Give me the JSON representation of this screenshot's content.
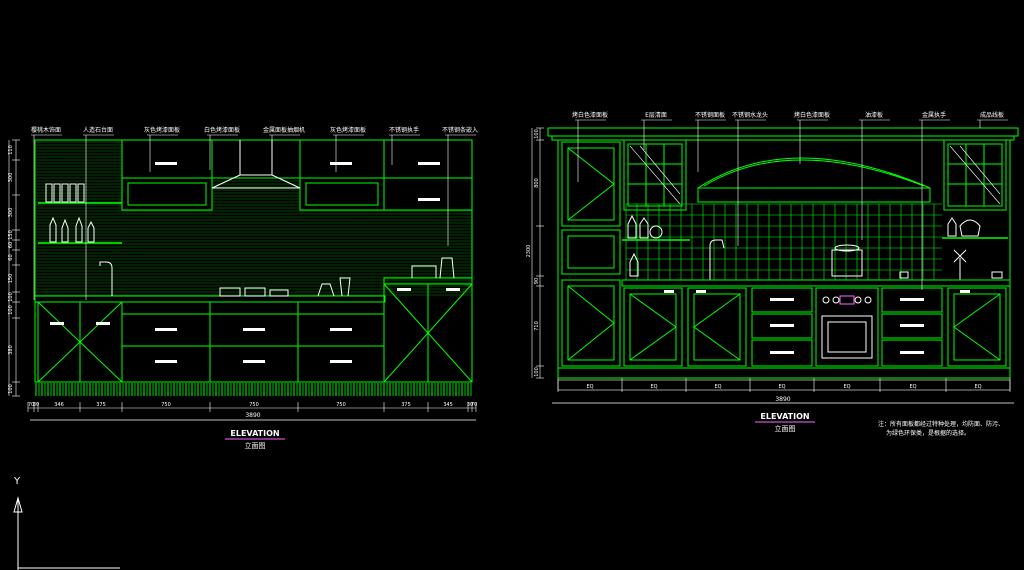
{
  "colors": {
    "background": "#000000",
    "line_green": "#00ff00",
    "line_cyan": "#00ffff",
    "text_white": "#ffffff",
    "title_magenta": "#ff66ff",
    "fill_grey": "#2a2a2a"
  },
  "left_elevation": {
    "callouts": [
      "樱桃木饰面",
      "人造石台面",
      "灰色烤漆面板",
      "白色烤漆面板",
      "金属面板抽烟机",
      "灰色烤漆面板",
      "不锈钢执手",
      "不锈钢条嵌入"
    ],
    "vertical_dims": [
      "110",
      "300",
      "300",
      "150",
      "60",
      "60",
      "150",
      "100",
      "100",
      "380",
      "100"
    ],
    "horizontal_dims": [
      "70",
      "30",
      "346",
      "375",
      "750",
      "750",
      "750",
      "375",
      "345",
      "30",
      "70"
    ],
    "total_width": "3890",
    "title": "ELEVATION",
    "subtitle": "立面图"
  },
  "right_elevation": {
    "callouts": [
      "烤白色漆面板",
      "E层清面",
      "不锈钢面板",
      "不锈钢水龙头",
      "烤白色漆面板",
      "油漆板",
      "金属执手",
      "成品线板"
    ],
    "vertical_dims": [
      "100",
      "800",
      "2300",
      "90",
      "710",
      "100"
    ],
    "horizontal_dims": [
      "EQ",
      "EQ",
      "EQ",
      "EQ",
      "EQ",
      "EQ",
      "EQ"
    ],
    "total_width": "3890",
    "title": "ELEVATION",
    "subtitle": "立面图",
    "note_line1": "注：所有面板都经过特种处理，均防面、防污、",
    "note_line2": "为绿色环保类，是根据的选择。"
  },
  "ucs_axis_label": "Y"
}
